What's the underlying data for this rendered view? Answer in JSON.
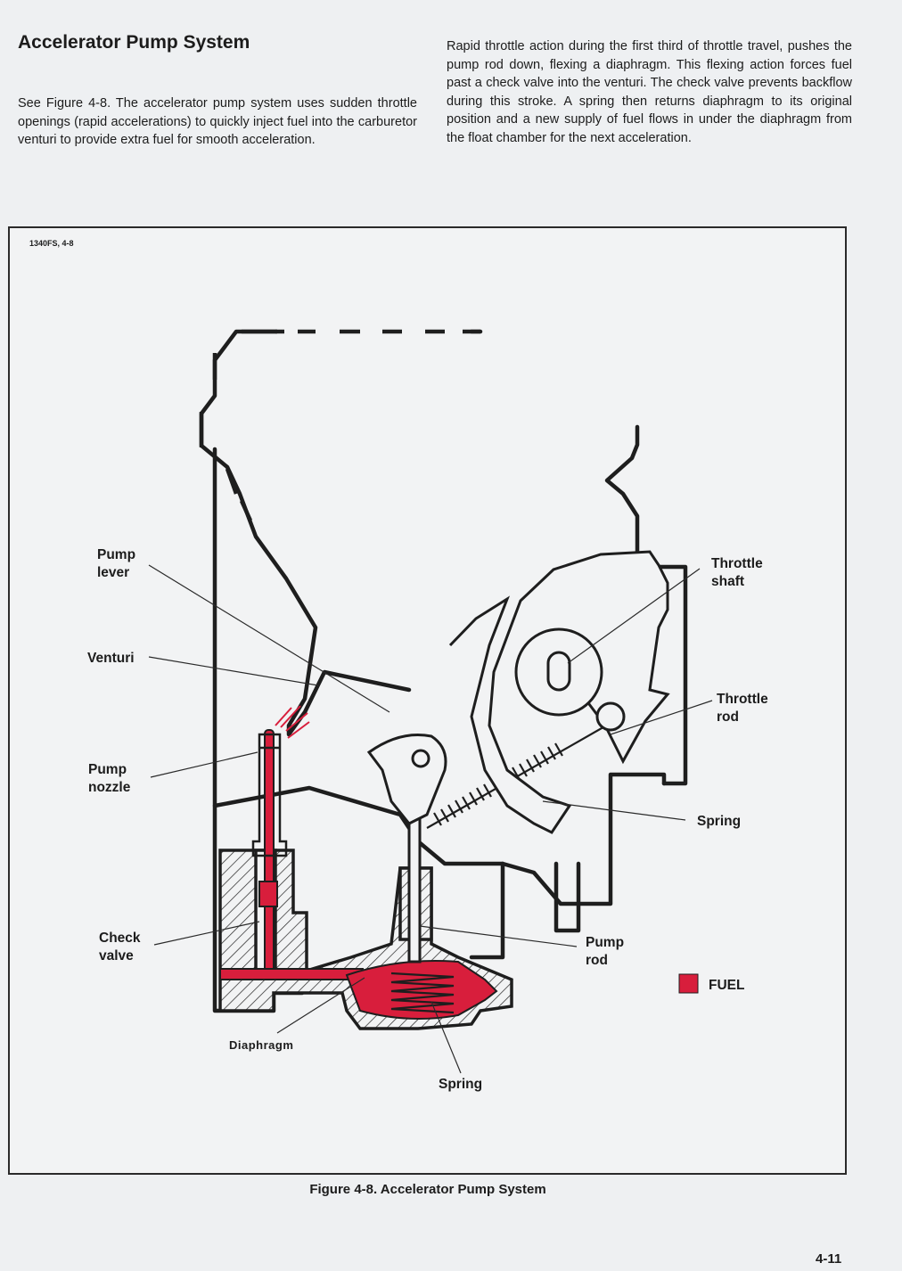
{
  "heading": "Accelerator Pump System",
  "intro": "See Figure 4-8. The accelerator pump system uses sudden throttle openings (rapid accelerations) to quickly inject fuel into the carburetor venturi to provide extra fuel for smooth acceleration.",
  "body_right": "Rapid throttle action during the first third of throttle travel, pushes the pump rod down, flexing a diaphragm. This flexing action forces fuel past a check valve into the venturi. The check valve prevents backflow during this stroke. A spring then returns diaphragm to its original position and a new supply of fuel flows in under the diaphragm from the float chamber for the next acceleration.",
  "figure": {
    "id": "1340FS, 4-8",
    "labels": {
      "pump_lever_1": "Pump",
      "pump_lever_2": "lever",
      "venturi": "Venturi",
      "pump_nozzle_1": "Pump",
      "pump_nozzle_2": "nozzle",
      "check_valve_1": "Check",
      "check_valve_2": "valve",
      "diaphragm": "Diaphragm",
      "spring_bottom": "Spring",
      "throttle_shaft_1": "Throttle",
      "throttle_shaft_2": "shaft",
      "throttle_rod_1": "Throttle",
      "throttle_rod_2": "rod",
      "spring_right": "Spring",
      "pump_rod_1": "Pump",
      "pump_rod_2": "rod"
    },
    "legend": {
      "label": "FUEL",
      "color": "#d81e3c"
    },
    "caption": "Figure 4-8. Accelerator Pump System"
  },
  "page_number": "4-11"
}
